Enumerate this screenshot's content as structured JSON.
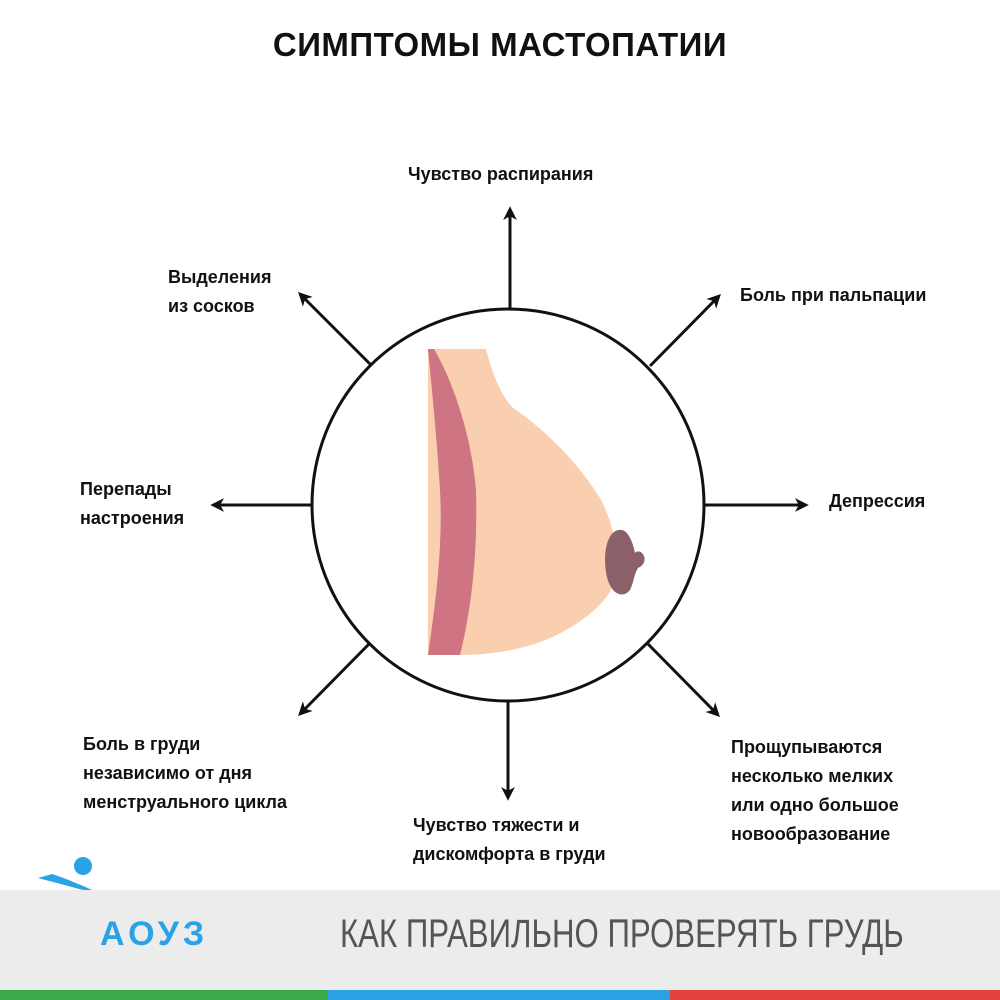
{
  "title": "СИМПТОМЫ МАСТОПАТИИ",
  "symptoms": {
    "top": [
      "Чувство распирания"
    ],
    "top_right": [
      "Боль при пальпации"
    ],
    "right": [
      "Депрессия"
    ],
    "bottom_right": [
      "Прощупываются",
      "несколько мелких",
      "или одно большое",
      "новообразование"
    ],
    "bottom": [
      "Чувство тяжести и",
      "дискомфорта в груди"
    ],
    "bottom_left": [
      "Боль в груди",
      "независимо от дня",
      "менструального цикла"
    ],
    "left": [
      "Перепады",
      "настроения"
    ],
    "top_left": [
      "Выделения",
      "из сосков"
    ]
  },
  "footer": {
    "brand": "АОУЗ",
    "slogan": "КАК ПРАВИЛЬНО ПРОВЕРЯТЬ ГРУДЬ"
  },
  "colors": {
    "skin": "#f9cfb0",
    "skin_edge": "#cf7482",
    "nipple": "#8b6068",
    "stripe_green": "#3aaa48",
    "stripe_blue": "#2aa3e6",
    "stripe_red": "#e2433d"
  }
}
